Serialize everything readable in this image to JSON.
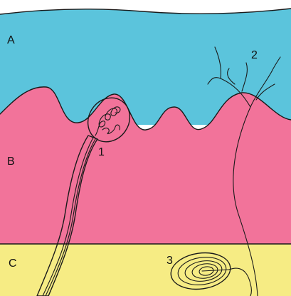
{
  "layers": [
    {
      "label": "A",
      "color": "#5bc4dc"
    },
    {
      "label": "B",
      "color": "#f2739a"
    },
    {
      "label": "C",
      "color": "#f6ec84"
    }
  ],
  "receptors": [
    {
      "label": "1"
    },
    {
      "label": "2"
    },
    {
      "label": "3"
    }
  ],
  "colors": {
    "receptor_fill": "#8fe07a",
    "outline": "#1a1a1a",
    "background": "#ffffff"
  }
}
